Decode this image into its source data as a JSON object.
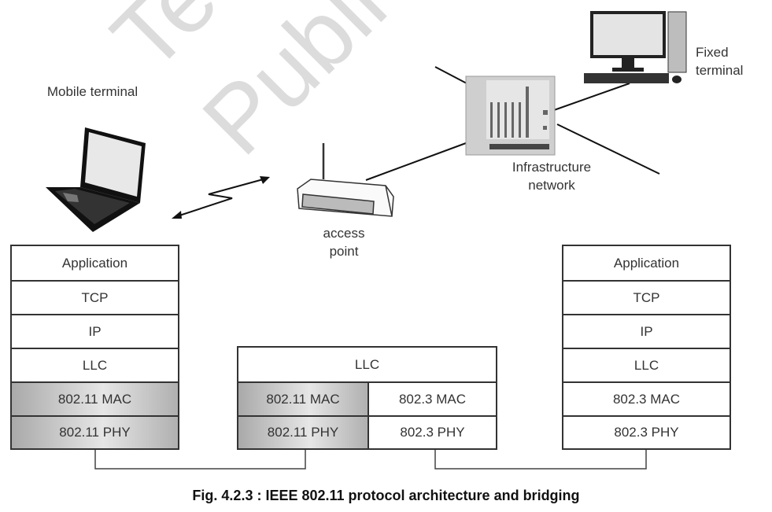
{
  "watermark": [
    "Te",
    "Publi"
  ],
  "labels": {
    "mobile_terminal": "Mobile terminal",
    "access_point": [
      "access",
      "point"
    ],
    "infrastructure_network": [
      "Infrastructure",
      "network"
    ],
    "fixed_terminal": [
      "Fixed",
      "terminal"
    ]
  },
  "stacks": {
    "mobile": [
      "Application",
      "TCP",
      "IP",
      "LLC",
      "802.11 MAC",
      "802.11 PHY"
    ],
    "access_point": {
      "llc": "LLC",
      "left": [
        "802.11 MAC",
        "802.11 PHY"
      ],
      "right": [
        "802.3 MAC",
        "802.3 PHY"
      ]
    },
    "fixed": [
      "Application",
      "TCP",
      "IP",
      "LLC",
      "802.3 MAC",
      "802.3 PHY"
    ]
  },
  "caption": "Fig. 4.2.3 : IEEE 802.11 protocol architecture and bridging"
}
